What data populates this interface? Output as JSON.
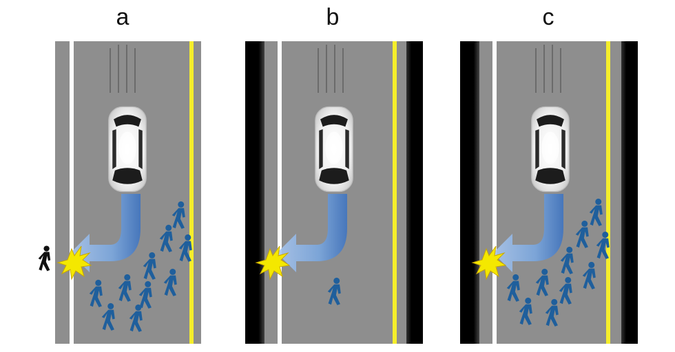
{
  "panels": [
    {
      "label": "a",
      "scenario": "swerve-kills-one-pedestrian-saves-crowd"
    },
    {
      "label": "b",
      "scenario": "swerve-into-wall-saves-one-pedestrian"
    },
    {
      "label": "c",
      "scenario": "swerve-into-wall-saves-crowd"
    }
  ],
  "colors": {
    "road": "#8e8e8e",
    "shoulder": "#e6e6e6",
    "wall": "#000000",
    "white_line": "#ffffff",
    "yellow_line": "#f5ee2b",
    "pedestrian": "#1f5f9c",
    "bystander": "#111111",
    "arrow": "#6fa0da",
    "impact": "#f4e800"
  },
  "icons": [
    "car-icon",
    "pedestrian-icon",
    "impact-burst-icon",
    "swerve-arrow-icon"
  ]
}
